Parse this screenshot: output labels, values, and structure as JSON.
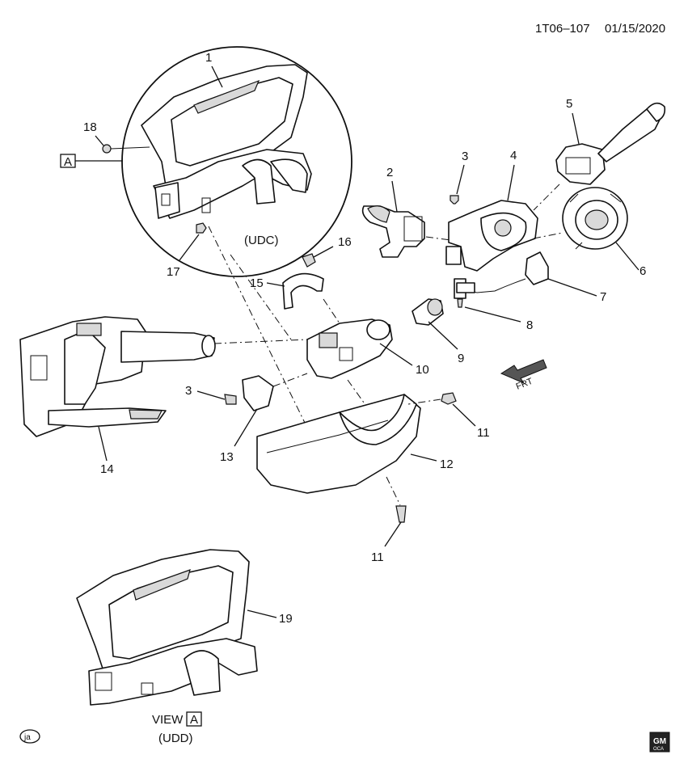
{
  "header": {
    "diagram_id": "1T06–107",
    "date": "01/15/2020"
  },
  "callouts": {
    "c1": "1",
    "c2": "2",
    "c3a": "3",
    "c3b": "3",
    "c4": "4",
    "c5": "5",
    "c6": "6",
    "c7": "7",
    "c8": "8",
    "c9": "9",
    "c10": "10",
    "c11a": "11",
    "c11b": "11",
    "c12": "12",
    "c13": "13",
    "c14": "14",
    "c15": "15",
    "c16": "16",
    "c17": "17",
    "c18": "18",
    "c19": "19"
  },
  "detail": {
    "ref_letter": "A",
    "option_code": "(UDC)"
  },
  "view": {
    "label": "VIEW",
    "ref_letter": "A",
    "option_code": "(UDD)"
  },
  "front_arrow": {
    "label": "FRT"
  },
  "footer": {
    "language_code": "ja",
    "logo_top": "GM",
    "logo_bottom": "OCA"
  }
}
